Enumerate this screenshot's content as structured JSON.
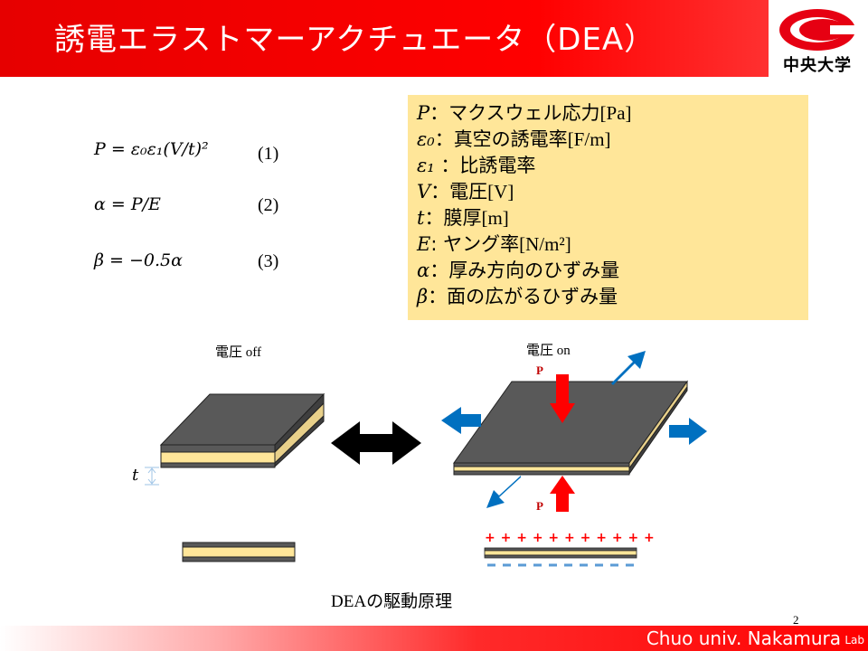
{
  "header": {
    "title": "誘電エラストマーアクチュエータ（DEA）",
    "logo_text": "中央大学"
  },
  "equations": [
    {
      "text": "P = ε₀ε₁(V/t)²",
      "number": "(1)"
    },
    {
      "text": "α = P/E",
      "number": "(2)"
    },
    {
      "text": "β = −0.5α",
      "number": "(3)"
    }
  ],
  "legend": [
    {
      "symbol": "P",
      "sep": "：",
      "desc": "マクスウェル応力",
      "unit": "[Pa]"
    },
    {
      "symbol": "ε₀",
      "sep": "：",
      "desc": "真空の誘電率",
      "unit": "[F/m]"
    },
    {
      "symbol": "ε₁",
      "sep": " ：",
      "desc": "比誘電率",
      "unit": ""
    },
    {
      "symbol": "V",
      "sep": "：",
      "desc": "電圧",
      "unit": "[V]"
    },
    {
      "symbol": "t",
      "sep": "：",
      "desc": "膜厚",
      "unit": "[m]"
    },
    {
      "symbol": "E",
      "sep": ": ",
      "desc": "ヤング率",
      "unit": "[N/m²]"
    },
    {
      "symbol": "α",
      "sep": "：",
      "desc": "厚み方向のひずみ量",
      "unit": ""
    },
    {
      "symbol": "β",
      "sep": "：",
      "desc": "面の広がるひずみ量",
      "unit": ""
    }
  ],
  "diagram": {
    "off_label_jp": "電圧",
    "off_label_en": " off",
    "on_label_jp": "電圧",
    "on_label_en": " on",
    "p_top": "P",
    "p_bottom": "P",
    "t_label": "t",
    "plus_signs": "+ + + + + + + + + + +",
    "caption_en": "DEA",
    "caption_jp": "の駆動原理",
    "colors": {
      "electrode": "#595959",
      "film": "#ffe699",
      "arrow_blue": "#0070c0",
      "arrow_red": "#ff0000",
      "plus": "#ff0000",
      "minus": "#5b9bd5"
    }
  },
  "footer": {
    "page_number": "2",
    "lab_text": "Chuo univ. Nakamura",
    "lab_suffix": "Lab"
  }
}
